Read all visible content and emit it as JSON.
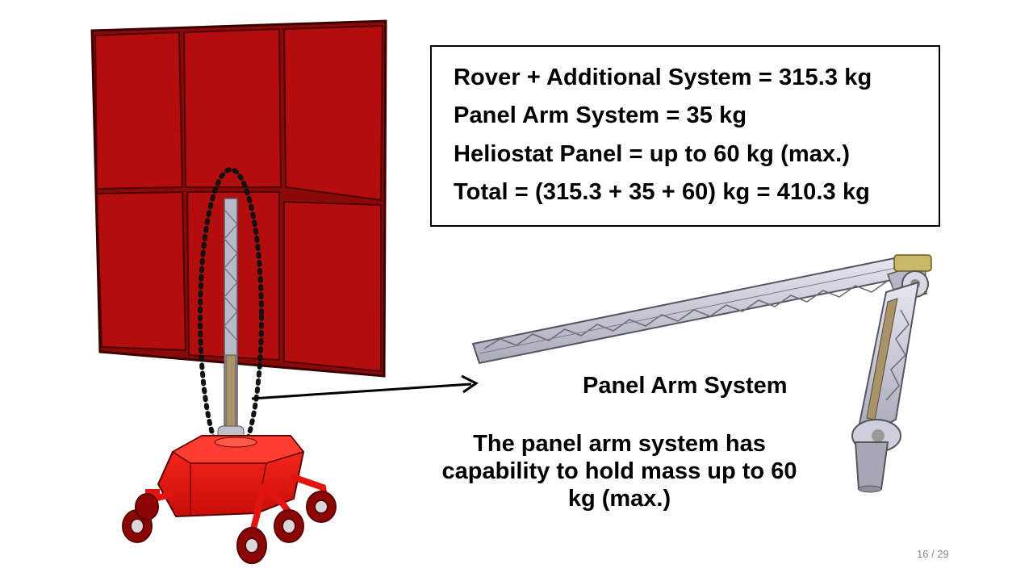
{
  "slide": {
    "mass_breakdown": [
      "Rover + Additional System = 315.3 kg",
      "Panel Arm System = 35 kg",
      "Heliostat Panel = up to 60 kg (max.)",
      "Total = (315.3 + 35 + 60) kg = 410.3 kg"
    ],
    "arm_label": "Panel Arm System",
    "caption": "The panel arm system has capability to hold mass up to 60 kg (max.)",
    "page_number": "16 / 29"
  },
  "colors": {
    "panel_red": "#b30d0d",
    "rover_red": "#e3140f",
    "arm_grey": "#c9cbd8",
    "arm_tan": "#a8936a"
  }
}
